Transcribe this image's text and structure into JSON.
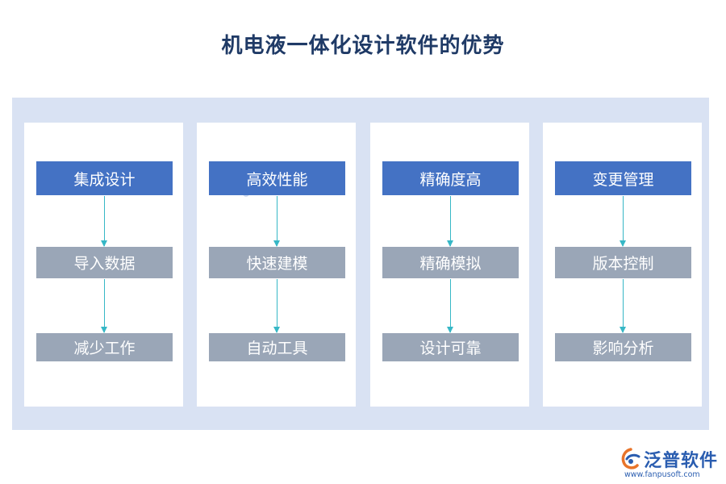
{
  "title": "机电液一体化设计软件的优势",
  "columns": [
    {
      "head": "集成设计",
      "mid": "导入数据",
      "bottom": "减少工作"
    },
    {
      "head": "高效性能",
      "mid": "快速建模",
      "bottom": "自动工具"
    },
    {
      "head": "精确度高",
      "mid": "精确模拟",
      "bottom": "设计可靠"
    },
    {
      "head": "变更管理",
      "mid": "版本控制",
      "bottom": "影响分析"
    }
  ],
  "logo": {
    "name": "泛普软件",
    "url": "www.fanpusoft.com",
    "icon": "fanpu-logo-icon"
  },
  "colors": {
    "header": "#4472c4",
    "step": "#9aa6b7",
    "arrow": "#36b7c6",
    "panel": "#d9e2f3",
    "title": "#1f3a66"
  }
}
